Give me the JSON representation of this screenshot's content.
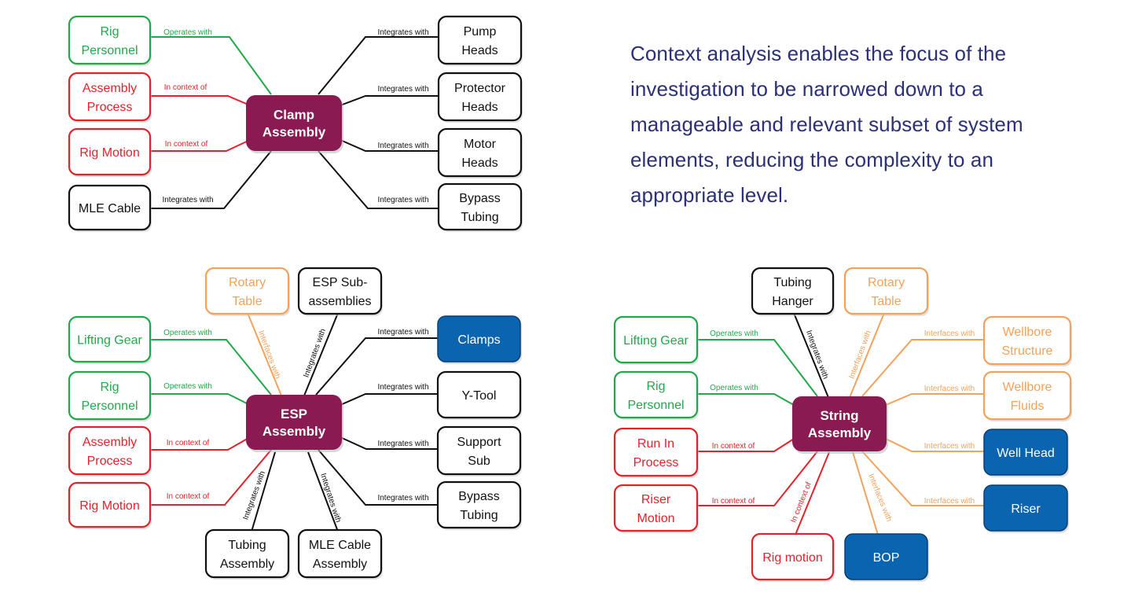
{
  "description": [
    "Context analysis enables the focus of the",
    "investigation to be narrowed down to a",
    "manageable and relevant subset of system",
    "elements, reducing the complexity to an",
    "appropriate level."
  ],
  "colors": {
    "hub": "#8a1a52",
    "green": "#22a84a",
    "red": "#e8202a",
    "orange": "#f2a25b",
    "black": "#111111",
    "blue_fill": "#0b64b0",
    "text": "#2b3077"
  },
  "diagrams": {
    "clamp": {
      "hub": [
        "Clamp",
        "Assembly"
      ],
      "nodes": {
        "rig_personnel": [
          "Rig",
          "Personnel"
        ],
        "assembly_process": [
          "Assembly",
          "Process"
        ],
        "rig_motion": [
          "Rig Motion"
        ],
        "mle_cable": [
          "MLE Cable"
        ],
        "pump_heads": [
          "Pump",
          "Heads"
        ],
        "protector_heads": [
          "Protector",
          "Heads"
        ],
        "motor_heads": [
          "Motor",
          "Heads"
        ],
        "bypass_tubing": [
          "Bypass",
          "Tubing"
        ]
      },
      "labels": {
        "operates_with": "Operates with",
        "in_context_1": "In context of",
        "in_context_2": "In context of",
        "integrates_mle": "Integrates with",
        "integrates_pump": "Integrates with",
        "integrates_protector": "Integrates with",
        "integrates_motor": "Integrates with",
        "integrates_bypass": "Integrates with"
      }
    },
    "esp": {
      "hub": [
        "ESP",
        "Assembly"
      ],
      "nodes": {
        "rotary_table": [
          "Rotary",
          "Table"
        ],
        "esp_sub": [
          "ESP Sub-",
          "assemblies"
        ],
        "lifting_gear": [
          "Lifting Gear"
        ],
        "rig_personnel": [
          "Rig",
          "Personnel"
        ],
        "assembly_process": [
          "Assembly",
          "Process"
        ],
        "rig_motion": [
          "Rig Motion"
        ],
        "tubing_assembly": [
          "Tubing",
          "Assembly"
        ],
        "mle_cable_assembly": [
          "MLE Cable",
          "Assembly"
        ],
        "clamps": [
          "Clamps"
        ],
        "y_tool": [
          "Y-Tool"
        ],
        "support_sub": [
          "Support",
          "Sub"
        ],
        "bypass_tubing": [
          "Bypass",
          "Tubing"
        ]
      },
      "labels": {
        "interfaces_rotary": "Interfaces with",
        "integrates_sub": "Integrates with",
        "operates_lifting": "Operates with",
        "operates_personnel": "Operates with",
        "in_context_1": "In context of",
        "in_context_2": "In context of",
        "integrates_tubing": "Integrates with",
        "integrates_mle": "Integrates with",
        "integrates_clamps": "Integrates with",
        "integrates_ytool": "Integrates with",
        "integrates_support": "Integrates with",
        "integrates_bypass": "Integrates with"
      }
    },
    "string": {
      "hub": [
        "String",
        "Assembly"
      ],
      "nodes": {
        "tubing_hanger": [
          "Tubing",
          "Hanger"
        ],
        "rotary_table": [
          "Rotary",
          "Table"
        ],
        "lifting_gear": [
          "Lifting Gear"
        ],
        "rig_personnel": [
          "Rig",
          "Personnel"
        ],
        "run_in_process": [
          "Run In",
          "Process"
        ],
        "riser_motion": [
          "Riser",
          "Motion"
        ],
        "rig_motion": [
          "Rig motion"
        ],
        "bop": [
          "BOP"
        ],
        "wellbore_structure": [
          "Wellbore",
          "Structure"
        ],
        "wellbore_fluids": [
          "Wellbore",
          "Fluids"
        ],
        "well_head": [
          "Well Head"
        ],
        "riser": [
          "Riser"
        ]
      },
      "labels": {
        "integrates_hanger": "Integrates with",
        "interfaces_rotary": "Interfaces with",
        "operates_lifting": "Operates with",
        "operates_personnel": "Operates with",
        "in_context_run": "In context of",
        "in_context_riser": "In context of",
        "in_context_rig": "In context of",
        "interfaces_bop": "Interfaces with",
        "interfaces_structure": "Interfaces with",
        "interfaces_fluids": "Interfaces with",
        "interfaces_wellhead": "Interfaces with",
        "interfaces_riser": "Interfaces with"
      }
    }
  }
}
